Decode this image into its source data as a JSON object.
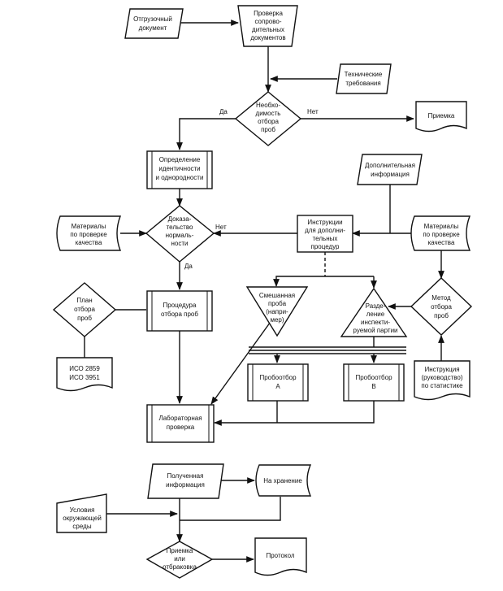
{
  "nodes": {
    "shipping_doc": [
      "Отгрузочный",
      "документ"
    ],
    "check_docs": [
      "Проверка",
      "сопрово-",
      "дительных",
      "документов"
    ],
    "tech_req": [
      "Технические",
      "требования"
    ],
    "need_sampling": [
      "Необхо-",
      "димость",
      "отбора",
      "проб"
    ],
    "acceptance_top": [
      "Приемка"
    ],
    "identity": [
      "Определение",
      "идентичности",
      "и однородности"
    ],
    "extra_info": [
      "Дополнительная",
      "информация"
    ],
    "quality_materials_left": [
      "Материалы",
      "по проверке",
      "качества"
    ],
    "normality_proof": [
      "Доказа-",
      "тельство",
      "нормаль-",
      "ности"
    ],
    "extra_instructions": [
      "Инструкции",
      "для дополни-",
      "тельных",
      "процедур"
    ],
    "quality_materials_right": [
      "Материалы",
      "по проверке",
      "качества"
    ],
    "sampling_plan": [
      "План",
      "отбора",
      "проб"
    ],
    "sampling_procedure": [
      "Процедура",
      "отбора проб"
    ],
    "mixed_sample": [
      "Смешанная",
      "проба",
      "(напри-",
      "мер)"
    ],
    "lot_split": [
      "Разде-",
      "ление",
      "инспекти-",
      "руемой партии"
    ],
    "sampling_method": [
      "Метод",
      "отбора",
      "проб"
    ],
    "iso": [
      "ИСО 2859",
      "ИСО 3951"
    ],
    "sample_a": [
      "Пробоотбор",
      "А"
    ],
    "sample_b": [
      "Пробоотбор",
      "В"
    ],
    "stat_instruction": [
      "Инструкция",
      "(руководство)",
      "по статистике"
    ],
    "lab_check": [
      "Лабораторная",
      "проверка"
    ],
    "received_info": [
      "Полученная",
      "информация"
    ],
    "storage": [
      "На хранение"
    ],
    "env_conditions": [
      "Условия",
      "окружающей",
      "среды"
    ],
    "accept_reject": [
      "Приемка",
      "или",
      "отбраковка"
    ],
    "protocol": [
      "Протокол"
    ]
  },
  "edge_labels": {
    "yes_top": "Да",
    "no_top": "Нет",
    "no_mid": "Нет",
    "yes_mid": "Да"
  }
}
